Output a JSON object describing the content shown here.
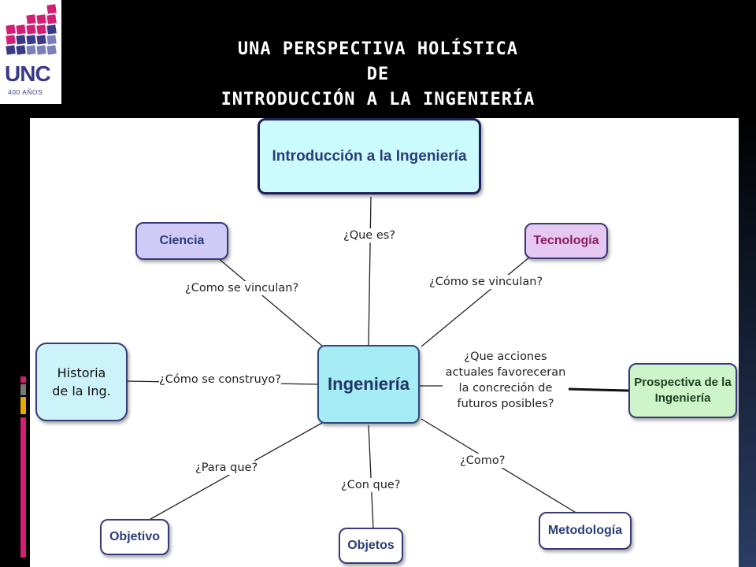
{
  "colors": {
    "background": "#000000",
    "canvas": "#ffffff",
    "title_text": "#ffffff",
    "node_text": "#2b3d78",
    "node_border": "#3a3a78",
    "accent_magenta": "#d21f74",
    "accent_gold": "#e8a600",
    "accent_gray": "#777777"
  },
  "logo": {
    "text": "UNC",
    "subtitle": "400 AÑOS",
    "colors": [
      "#d21f74",
      "#3b3a86",
      "#7b7fb8"
    ]
  },
  "title": {
    "line1": "UNA PERSPECTIVA HOLÍSTICA",
    "line2": "DE",
    "line3": "INTRODUCCIÓN A LA INGENIERÍA"
  },
  "diagram": {
    "center": {
      "label": "Ingeniería",
      "fill": "#a6ecf4"
    },
    "nodes": {
      "introduccion": {
        "label": "Introducción a la Ingeniería",
        "fill": "#ccfbfd"
      },
      "ciencia": {
        "label": "Ciencia",
        "fill": "#d0cbf6"
      },
      "tecnologia": {
        "label": "Tecnología",
        "fill": "#e6c9f2",
        "text_color": "#8a1c5a"
      },
      "historia": {
        "label": "Historia de la Ing.",
        "fill": "#cdf3fa"
      },
      "prospectiva": {
        "label": "Prospectiva de la Ingeniería",
        "fill": "#cdf5c9",
        "text_color": "#1f3d1f"
      },
      "objetivo": {
        "label": "Objetivo",
        "fill": "#ffffff"
      },
      "objetos": {
        "label": "Objetos",
        "fill": "#ffffff"
      },
      "metodologia": {
        "label": "Metodología",
        "fill": "#ffffff"
      }
    },
    "edges": {
      "que_es": "¿Que es?",
      "como_se_vinculan_ciencia": "¿Como se vinculan?",
      "como_se_vinculan_tecnologia": "¿Cómo se vinculan?",
      "como_se_construyo": "¿Cómo se construyo?",
      "que_acciones": "¿Que acciones actuales favoreceran la concreción de futuros posibles?",
      "para_que": "¿Para que?",
      "con_que": "¿Con que?",
      "como": "¿Como?"
    }
  }
}
